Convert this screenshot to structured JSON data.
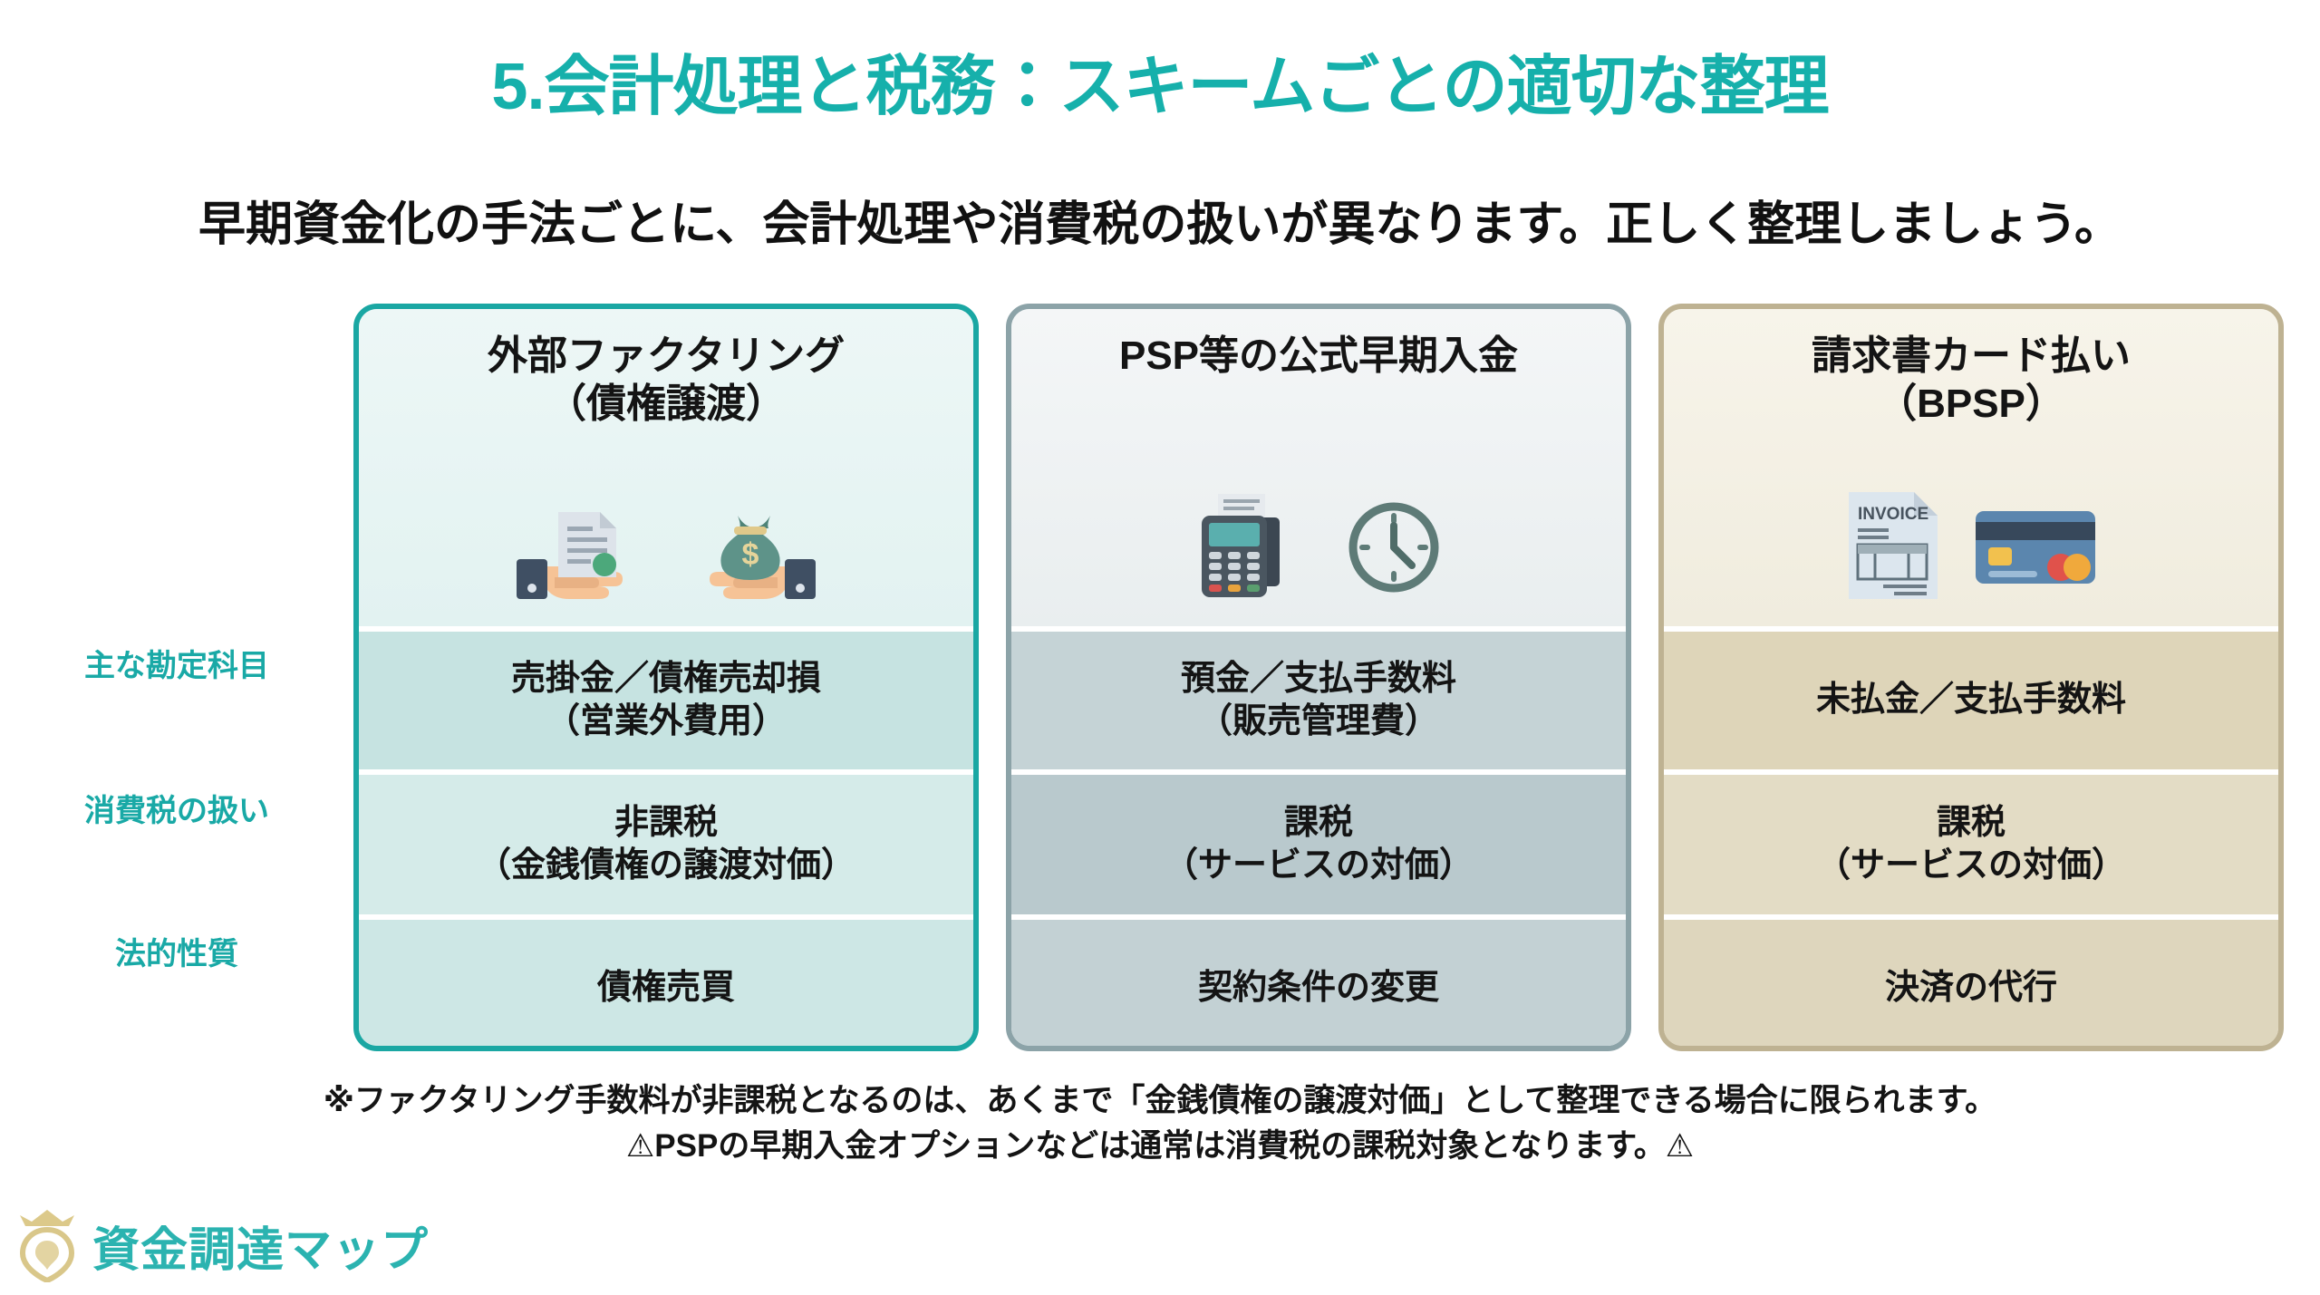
{
  "title": "5.会計処理と税務：スキームごとの適切な整理",
  "subtitle": "早期資金化の手法ごとに、会計処理や消費税の扱いが異なります。正しく整理しましょう。",
  "row_labels": [
    "主な勘定科目",
    "消費税の扱い",
    "法的性質"
  ],
  "columns": [
    {
      "title": "外部ファクタリング\n（債権譲渡）",
      "icons": [
        "hand-document-icon",
        "hand-money-bag-icon"
      ],
      "cells": [
        "売掛金／債権売却損\n（営業外費用）",
        "非課税\n（金銭債権の譲渡対価）",
        "債権売買"
      ]
    },
    {
      "title": "PSP等の公式早期入金",
      "icons": [
        "card-terminal-icon",
        "clock-icon"
      ],
      "cells": [
        "預金／支払手数料\n（販売管理費）",
        "課税\n（サービスの対価）",
        "契約条件の変更"
      ]
    },
    {
      "title": "請求書カード払い\n（BPSP）",
      "icons": [
        "invoice-document-icon",
        "credit-card-icon"
      ],
      "cells": [
        "未払金／支払手数料",
        "課税\n（サービスの対価）",
        "決済の代行"
      ]
    }
  ],
  "notes": [
    "※ファクタリング手数料が非課税となるのは、あくまで「金銭債権の譲渡対価」として整理できる場合に限られます。",
    "⚠PSPの早期入金オプションなどは通常は消費税の課税対象となります。⚠"
  ],
  "invoice_label": "INVOICE",
  "logo": {
    "text": "資金調達マップ",
    "icon": "crown-map-pin-icon"
  },
  "colors": {
    "title_teal": "#16B0AB",
    "label_teal": "#19A9A6",
    "card1_border": "#1AA7A3",
    "card2_border": "#8CA3A8",
    "card3_border": "#BEB292",
    "logo_teal": "#2BB3B0",
    "logo_gold": "#D9C78A"
  }
}
